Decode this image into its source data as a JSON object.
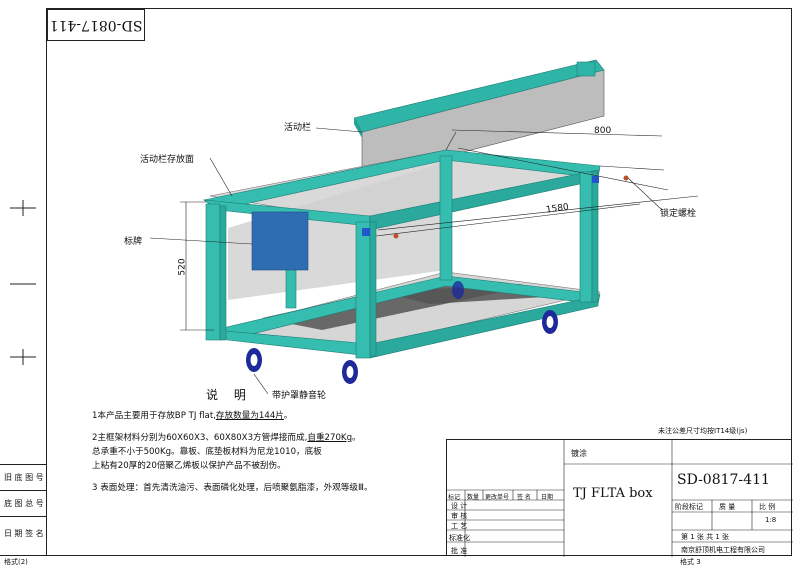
{
  "drawing_number_corner": "SD-0817-411",
  "labels": {
    "movable_bar": "活动栏",
    "bar_storage": "活动栏存放面",
    "nameplate": "标牌",
    "locking_bolt": "锁定螺栓",
    "wheels": "带护罩静音轮"
  },
  "dimensions": {
    "width": "800",
    "length": "1580",
    "height": "520"
  },
  "notes_title": "说  明",
  "notes": {
    "n1_a": "1本产品主要用于存放BP TJ flat,",
    "n1_b": "存放数量为144片",
    "n1_c": "。",
    "n2_a": "2主框架材料分别为60X60X3、60X80X3方管焊接而成,",
    "n2_b": "自重270Kg",
    "n2_c": "。",
    "n2_line2": "总承重不小于500Kg。靠板、底垫板材料为尼龙1010，底板",
    "n2_line3": "上粘有20厚的20倍聚乙烯板以保护产品不被刮伤。",
    "n3": "3 表面处理：首先清洗油污、表面磷化处理，后喷聚氨脂漆，外观等级Ⅲ。"
  },
  "tolerance_note": "未注公差尺寸均按IT14级(js)",
  "side_table": {
    "r1": "旧 底 图 号",
    "r2": "底 图 总 号",
    "r3": "日 期  签 名"
  },
  "format_note": "格式(2)",
  "title_block": {
    "coating": "镀涂",
    "title": "TJ FLTA box",
    "code": "SD-0817-411",
    "stage_mark": "阶段标记",
    "weight": "质  量",
    "scale_label": "比 例",
    "scale": "1:8",
    "sheet_of": "第  1  张   共  1  张",
    "company": "南京舒顶机电工程有限公司",
    "format_bottom": "格式 3",
    "rev_headers": [
      "标记",
      "数量",
      "更改单号",
      "签 名",
      "日期"
    ],
    "roles": [
      "设  计",
      "审  核",
      "工  艺",
      "标准化",
      "批  准"
    ]
  }
}
